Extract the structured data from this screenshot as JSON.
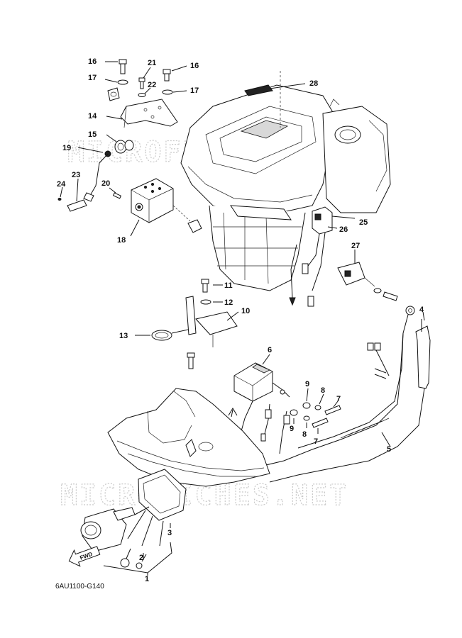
{
  "diagram_code": "6AU1100-G140",
  "watermarks": [
    "MICROFICHES.NET",
    "MICROFICHES.NET"
  ],
  "direction_label": "FWD",
  "callouts": {
    "c1": "1",
    "c2": "2",
    "c3": "3",
    "c4": "4",
    "c5": "5",
    "c6": "6",
    "c7a": "7",
    "c7b": "7",
    "c8a": "8",
    "c8b": "8",
    "c9a": "9",
    "c9b": "9",
    "c10": "10",
    "c11": "11",
    "c12": "12",
    "c13": "13",
    "c14": "14",
    "c15": "15",
    "c16a": "16",
    "c16b": "16",
    "c17a": "17",
    "c17b": "17",
    "c18": "18",
    "c19": "19",
    "c20": "20",
    "c21": "21",
    "c22": "22",
    "c23": "23",
    "c24": "24",
    "c25": "25",
    "c26": "26",
    "c27": "27",
    "c28": "28"
  }
}
